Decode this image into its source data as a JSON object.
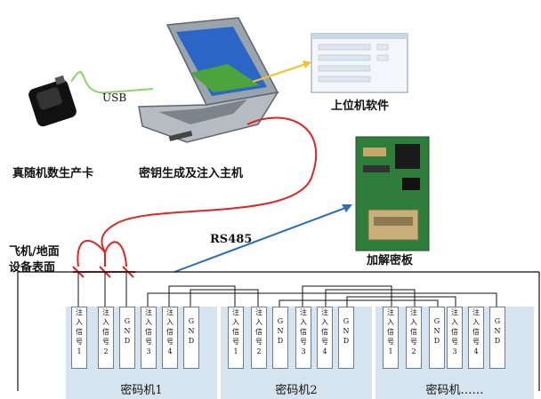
{
  "labels": {
    "usb": "USB",
    "rng_card": "真随机数生产卡",
    "key_host": "密钥生成及注入主机",
    "upper_sw": "上位机软件",
    "rs485": "RS485",
    "crypto_board": "加解密板",
    "surface_line1": "飞机/地面",
    "surface_line2": "设备表面"
  },
  "units": [
    {
      "title": "密码机1",
      "pins": [
        {
          "text": [
            "注",
            "入",
            "信",
            "号",
            "1"
          ]
        },
        {
          "text": [
            "注",
            "入",
            "信",
            "号",
            "2"
          ]
        },
        {
          "text": [
            "G",
            "N",
            "D"
          ]
        },
        {
          "text": [
            "注",
            "入",
            "信",
            "号",
            "3"
          ]
        },
        {
          "text": [
            "注",
            "入",
            "信",
            "号",
            "4"
          ]
        },
        {
          "text": [
            "G",
            "N",
            "D"
          ]
        }
      ]
    },
    {
      "title": "密码机2",
      "pins": [
        {
          "text": [
            "注",
            "入",
            "信",
            "号",
            "1"
          ]
        },
        {
          "text": [
            "注",
            "入",
            "信",
            "号",
            "2"
          ]
        },
        {
          "text": [
            "G",
            "N",
            "D"
          ]
        },
        {
          "text": [
            "注",
            "入",
            "信",
            "号",
            "3"
          ]
        },
        {
          "text": [
            "注",
            "入",
            "信",
            "号",
            "4"
          ]
        },
        {
          "text": [
            "G",
            "N",
            "D"
          ]
        }
      ]
    },
    {
      "title": "密码机……",
      "pins": [
        {
          "text": [
            "注",
            "入",
            "信",
            "号",
            "1"
          ]
        },
        {
          "text": [
            "注",
            "入",
            "信",
            "号",
            "2"
          ]
        },
        {
          "text": [
            "G",
            "N",
            "D"
          ]
        },
        {
          "text": [
            "注",
            "入",
            "信",
            "号",
            "3"
          ]
        },
        {
          "text": [
            "注",
            "入",
            "信",
            "号",
            "4"
          ]
        },
        {
          "text": [
            "G",
            "N",
            "D"
          ]
        }
      ]
    }
  ],
  "colors": {
    "usb_cable": "#8ed26a",
    "serial_cable": "#e02424",
    "arrow_software": "#f2c22b",
    "arrow_rs485": "#2f6db5",
    "unit_fill": "#d6e4ef",
    "pcb_green": "#2f7d3a"
  },
  "icons": {
    "rng_card": "usb-token-icon",
    "laptop": "rugged-laptop-icon",
    "software": "software-window-icon",
    "board": "pcb-board-icon"
  }
}
